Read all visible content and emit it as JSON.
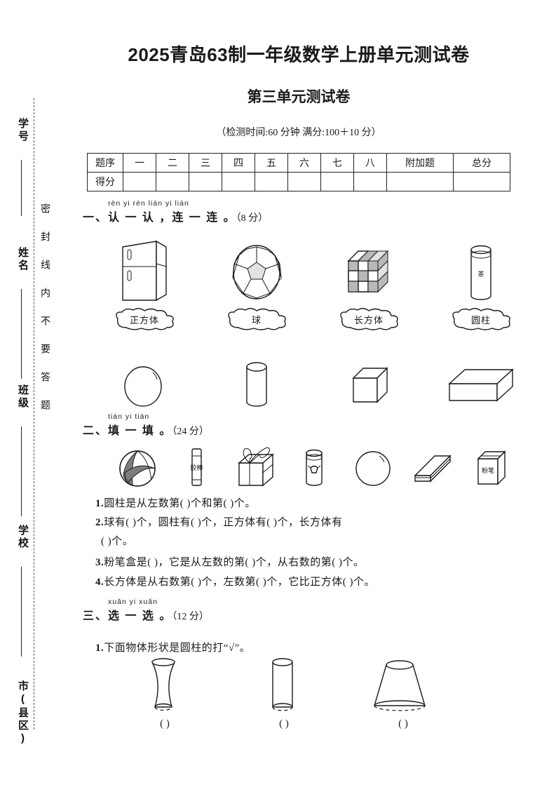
{
  "seal": {
    "fields": [
      "学号",
      "姓名",
      "班级",
      "学校",
      "市(县区)"
    ],
    "seal_line": "密封线内不要答题"
  },
  "header": {
    "title": "2025青岛63制一年级数学上册单元测试卷",
    "subtitle": "第三单元测试卷",
    "exam_info": "（检测时间:60 分钟    满分:100＋10 分）"
  },
  "score_table": {
    "row_labels": [
      "题序",
      "得分"
    ],
    "columns": [
      "一",
      "二",
      "三",
      "四",
      "五",
      "六",
      "七",
      "八",
      "附加题",
      "总分"
    ]
  },
  "sections": [
    {
      "pinyin": "rèn yi rèn   lián yi lián",
      "title": "一、认 一 认 ，连 一 连 。",
      "points": "（8 分）",
      "top_objects": [
        {
          "name": "refrigerator",
          "label": ""
        },
        {
          "name": "soccer-ball",
          "label": ""
        },
        {
          "name": "rubiks-cube",
          "label": ""
        },
        {
          "name": "tea-can",
          "label": "茶"
        }
      ],
      "cloud_labels": [
        "正方体",
        "球",
        "长方体",
        "圆柱"
      ],
      "bottom_shapes": [
        {
          "name": "sphere"
        },
        {
          "name": "cylinder"
        },
        {
          "name": "cube"
        },
        {
          "name": "cuboid"
        }
      ]
    },
    {
      "pinyin": "tián yi tián",
      "title": "二、填 一 填 。",
      "points": "（24 分）",
      "objects": [
        {
          "name": "volleyball",
          "label": ""
        },
        {
          "name": "glue-stick",
          "label": "胶棒"
        },
        {
          "name": "gift-box",
          "label": ""
        },
        {
          "name": "badminton-can",
          "label": ""
        },
        {
          "name": "orange-sphere",
          "label": ""
        },
        {
          "name": "book",
          "label": ""
        },
        {
          "name": "chalk-box",
          "label": "粉笔"
        }
      ],
      "questions": [
        {
          "num": "1.",
          "text": "圆柱是从左数第(           )个和第(           )个。"
        },
        {
          "num": "2.",
          "text": "球有(           )个，圆柱有(           )个，正方体有(           )个，长方体有"
        },
        {
          "num": "",
          "text": "(        )个。"
        },
        {
          "num": "3.",
          "text": "粉笔盒是(                )，它是从左数的第(           )个，从右数的第(        )个。"
        },
        {
          "num": "4.",
          "text": "长方体是从右数第(        )个，左数第(           )个，它比正方体(           )个。"
        }
      ]
    },
    {
      "pinyin": "xuǎn yi xuǎn",
      "title": "三、选 一 选 。",
      "points": "（12 分）",
      "questions": [
        {
          "num": "1.",
          "text": "下面物体形状是圆柱的打“√”。"
        }
      ],
      "choice_shapes": [
        {
          "name": "hourglass-shape",
          "answer_box": "(              )"
        },
        {
          "name": "cylinder-shape",
          "answer_box": "(              )"
        },
        {
          "name": "frustum-shape",
          "answer_box": "(              )"
        }
      ]
    }
  ]
}
